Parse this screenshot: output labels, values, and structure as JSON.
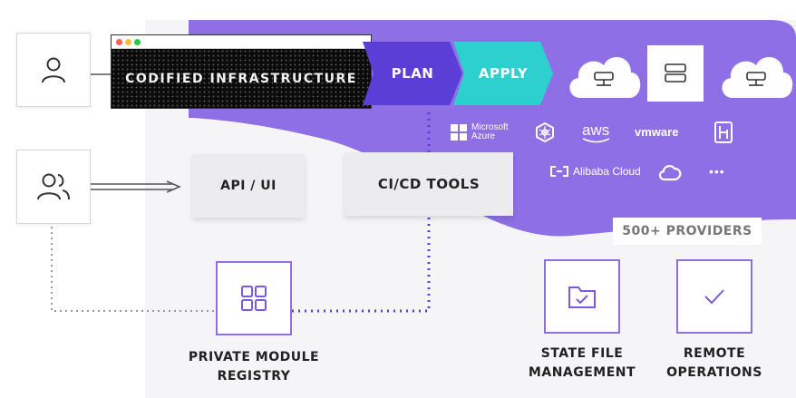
{
  "workflow": {
    "codified": "CODIFIED INFRASTRUCTURE",
    "plan": "PLAN",
    "apply": "APPLY"
  },
  "tools": {
    "api_ui": "API / UI",
    "cicd": "CI/CD TOOLS"
  },
  "providers": {
    "count_label": "500+ PROVIDERS",
    "azure_line1": "Microsoft",
    "azure_line2": "Azure",
    "aws": "aws",
    "vmware": "vmware",
    "alibaba": "Alibaba Cloud",
    "more": "•••"
  },
  "features": {
    "registry_line1": "PRIVATE MODULE",
    "registry_line2": "REGISTRY",
    "state_line1": "STATE FILE",
    "state_line2": "MANAGEMENT",
    "remote_line1": "REMOTE",
    "remote_line2": "OPERATIONS"
  },
  "colors": {
    "purple_band": "#8e6fe5",
    "plan": "#5b3ed6",
    "apply": "#2dd0cf",
    "accent_border": "#8d6fe0",
    "dotted_user": "#9a9aa0",
    "dotted_purple": "#5b3ed6"
  },
  "icons": {
    "single_user": "user-icon",
    "team": "users-icon",
    "registry": "grid-icon",
    "state": "folder-check-icon",
    "remote": "check-icon",
    "cloud_left": "server-icon",
    "server_center": "database-server-icon",
    "cloud_right": "server-icon"
  }
}
